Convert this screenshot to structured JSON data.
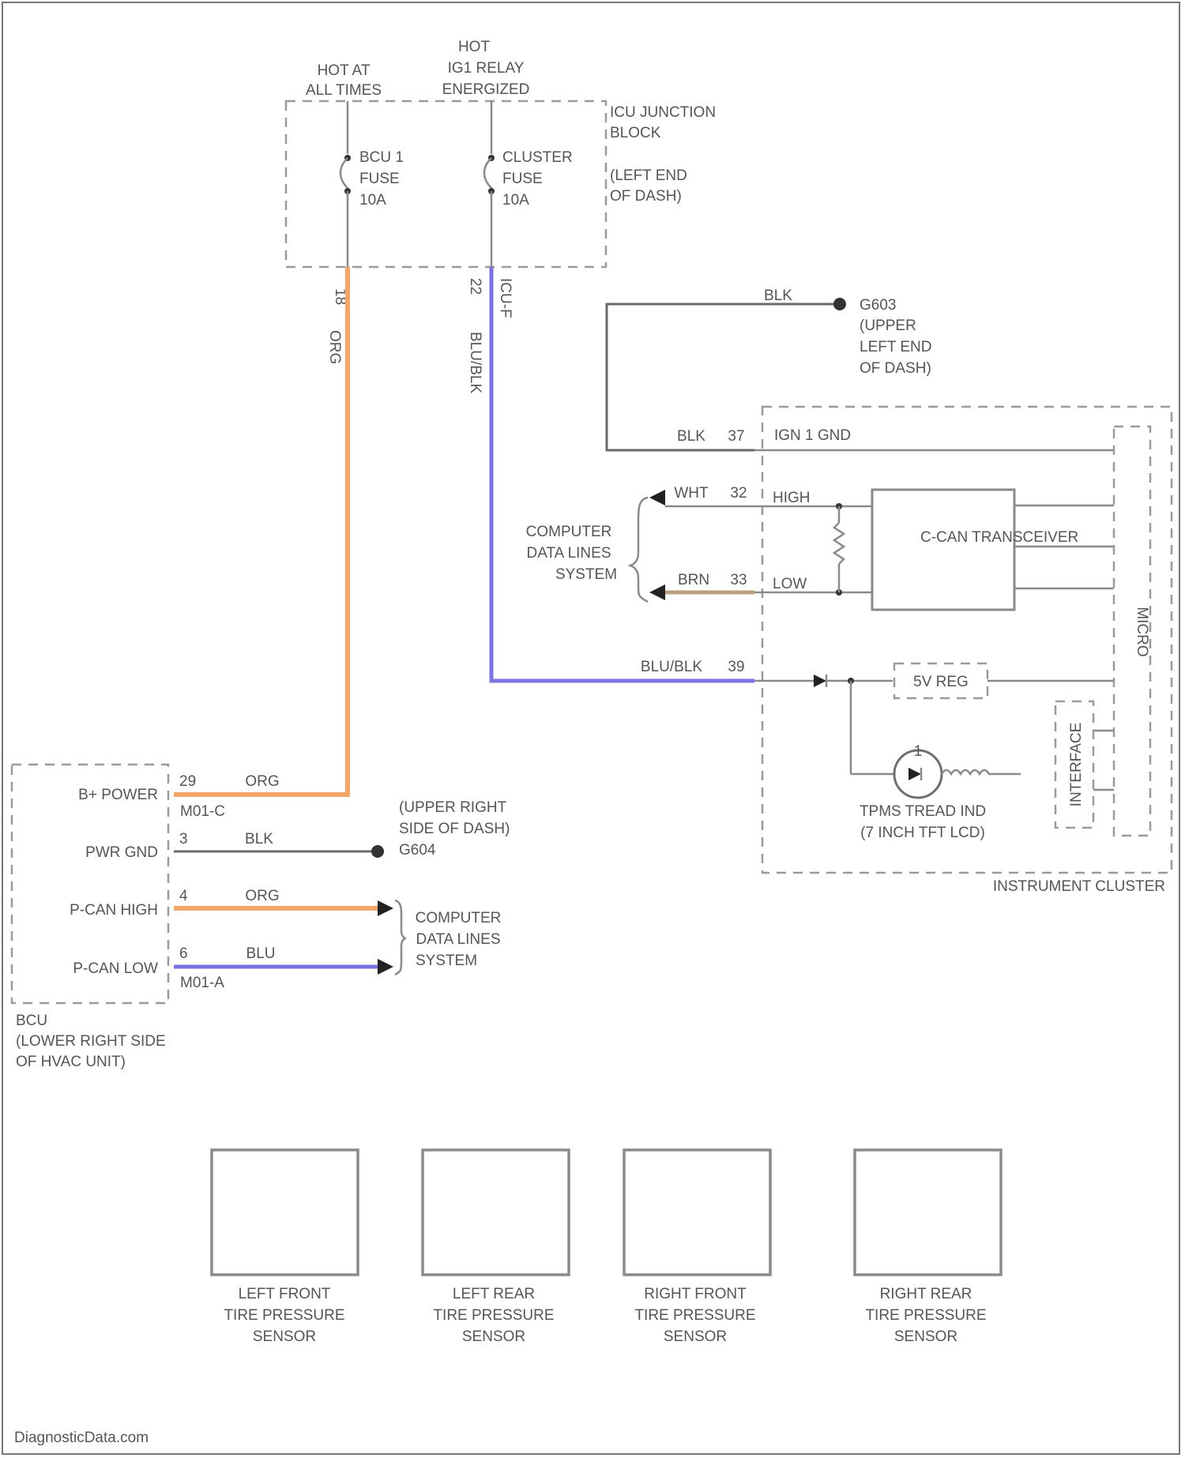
{
  "junction_block": {
    "hot_at_all_times": [
      "HOT AT",
      "ALL TIMES"
    ],
    "hot_ig1_relay": [
      "HOT",
      "IG1 RELAY",
      "ENERGIZED"
    ],
    "title": [
      "ICU JUNCTION",
      "BLOCK"
    ],
    "location": [
      "(LEFT END",
      "OF DASH)"
    ],
    "fuse_bcu": [
      "BCU 1",
      "FUSE",
      "10A"
    ],
    "fuse_cluster": [
      "CLUSTER",
      "FUSE",
      "10A"
    ],
    "pin_left": "18",
    "pin_right": "22",
    "connector_right": "ICU-F"
  },
  "wires": {
    "org": "ORG",
    "blu_blk": "BLU/BLK",
    "blk": "BLK",
    "wht": "WHT",
    "brn": "BRN",
    "blu": "BLU"
  },
  "ground_top": {
    "code": "G603",
    "location": [
      "(UPPER",
      "LEFT END",
      "OF DASH)"
    ]
  },
  "cluster": {
    "title": "INSTRUMENT CLUSTER",
    "pin_gnd": "37",
    "gnd_label": "IGN 1 GND",
    "pin_high": "32",
    "high_label": "HIGH",
    "pin_low": "33",
    "low_label": "LOW",
    "pin_power": "39",
    "transceiver": "C-CAN TRANSCEIVER",
    "reg": "5V REG",
    "micro": "MICRO",
    "interface": "INTERFACE",
    "tpms_ind": [
      "TPMS TREAD IND",
      "(7 INCH TFT LCD)"
    ]
  },
  "data_lines_top": [
    "COMPUTER",
    "DATA LINES",
    "SYSTEM"
  ],
  "bcu": {
    "b_power": "B+ POWER",
    "pwr_gnd": "PWR GND",
    "pcan_high": "P-CAN HIGH",
    "pcan_low": "P-CAN LOW",
    "pin_b_power": "29",
    "pin_pwr_gnd": "3",
    "pin_pcan_high": "4",
    "pin_pcan_low": "6",
    "conn_c": "M01-C",
    "conn_a": "M01-A",
    "title": "BCU",
    "location": [
      "(LOWER RIGHT SIDE",
      "OF HVAC UNIT)"
    ]
  },
  "ground_bcu": {
    "code": "G604",
    "location": [
      "(UPPER RIGHT",
      "SIDE OF DASH)"
    ]
  },
  "data_lines_bottom": [
    "COMPUTER",
    "DATA LINES",
    "SYSTEM"
  ],
  "sensors": [
    {
      "label": [
        "LEFT FRONT",
        "TIRE PRESSURE",
        "SENSOR"
      ]
    },
    {
      "label": [
        "LEFT REAR",
        "TIRE PRESSURE",
        "SENSOR"
      ]
    },
    {
      "label": [
        "RIGHT FRONT",
        "TIRE PRESSURE",
        "SENSOR"
      ]
    },
    {
      "label": [
        "RIGHT REAR",
        "TIRE PRESSURE",
        "SENSOR"
      ]
    }
  ],
  "footer": "DiagnosticData.com",
  "colors": {
    "org": "#f3a86a",
    "blu": "#7a73e0",
    "brn": "#b8a080",
    "frame": "#777777"
  }
}
